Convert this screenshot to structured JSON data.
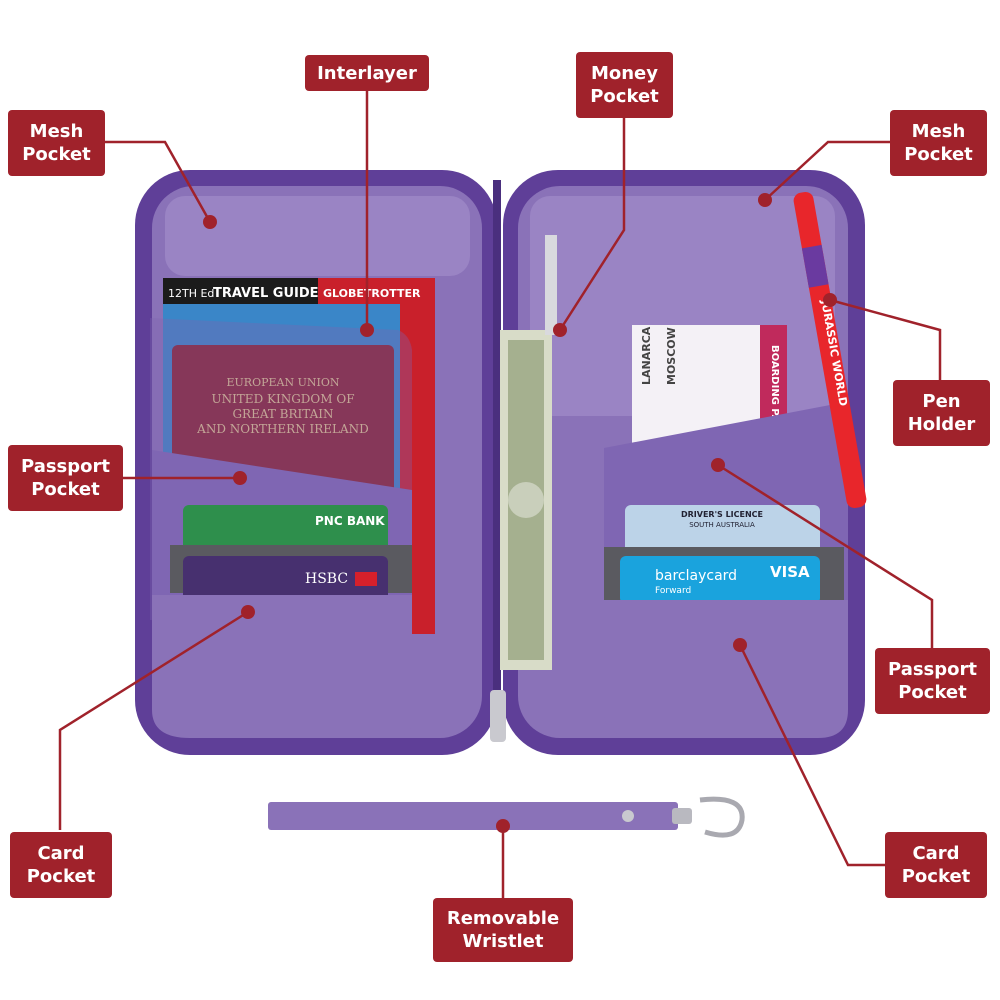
{
  "callouts": {
    "mesh_left": {
      "line1": "Mesh",
      "line2": "Pocket"
    },
    "interlayer": {
      "line1": "Interlayer"
    },
    "money": {
      "line1": "Money",
      "line2": "Pocket"
    },
    "mesh_right": {
      "line1": "Mesh",
      "line2": "Pocket"
    },
    "pen_holder": {
      "line1": "Pen",
      "line2": "Holder"
    },
    "passport_left": {
      "line1": "Passport",
      "line2": "Pocket"
    },
    "passport_right": {
      "line1": "Passport",
      "line2": "Pocket"
    },
    "card_left": {
      "line1": "Card",
      "line2": "Pocket"
    },
    "card_right": {
      "line1": "Card",
      "line2": "Pocket"
    },
    "wristlet": {
      "line1": "Removable",
      "line2": "Wristlet"
    }
  },
  "items": {
    "guide_edition": "12TH Ed",
    "guide_title": "TRAVEL GUIDE",
    "guide_brand": "GLOBETROTTER",
    "passport_line1": "EUROPEAN UNION",
    "passport_line2": "UNITED KINGDOM OF",
    "passport_line3": "GREAT BRITAIN",
    "passport_line4": "AND NORTHERN IRELAND",
    "card_pnc": "PNC BANK",
    "card_hsbc": "HSBC",
    "ticket_city1": "MOSCOW",
    "ticket_city2": "LANARCA",
    "ticket_header": "BOARDING PASS",
    "licence_title": "DRIVER'S LICENCE",
    "licence_region": "SOUTH AUSTRALIA",
    "card_barclay": "barclaycard",
    "card_barclay_sub": "Forward",
    "card_visa": "VISA",
    "pen_brand": "JURASSIC WORLD"
  },
  "colors": {
    "callout_bg": "#a0222b",
    "organizer_purple": "#6f4aa6",
    "lining_purple": "#8a72b8"
  }
}
